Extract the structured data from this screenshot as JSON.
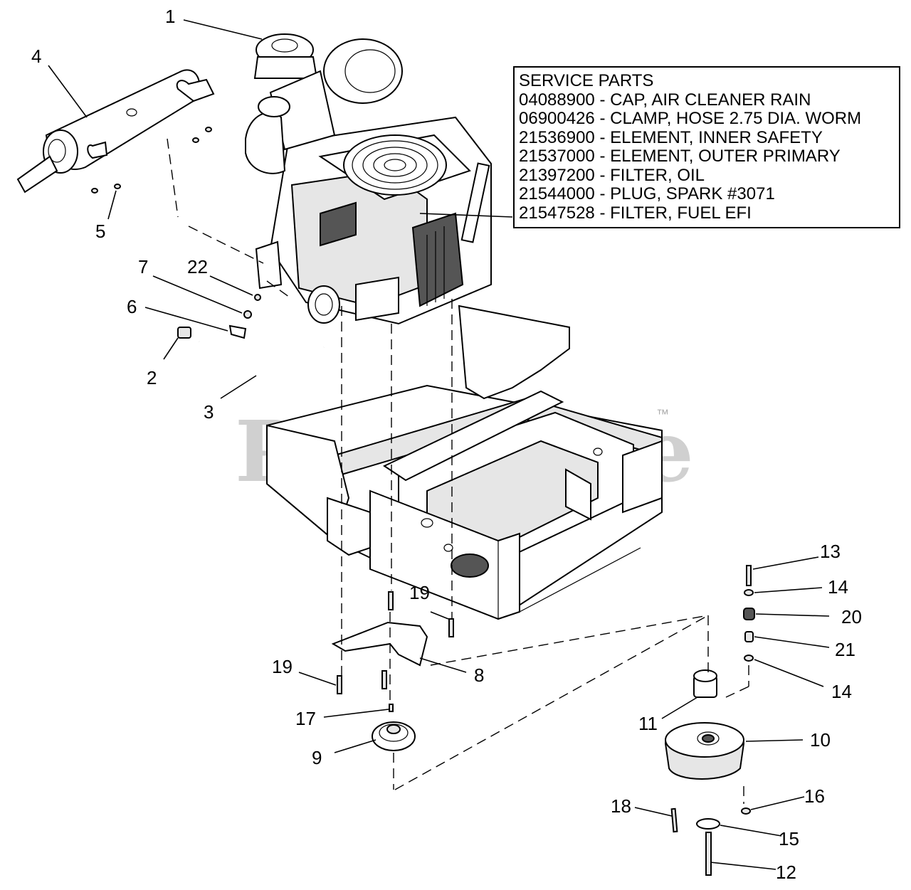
{
  "service_parts": {
    "title": "SERVICE PARTS",
    "items": [
      "04088900 - CAP, AIR CLEANER RAIN",
      "06900426 - CLAMP, HOSE 2.75 DIA. WORM",
      "21536900 - ELEMENT, INNER SAFETY",
      "21537000 - ELEMENT, OUTER PRIMARY",
      "21397200 - FILTER, OIL",
      "21544000 - PLUG, SPARK #3071",
      "21547528 - FILTER, FUEL EFI"
    ]
  },
  "watermark": {
    "text": "PartsTree",
    "trademark": "™"
  },
  "callouts": {
    "c1": "1",
    "c2": "2",
    "c3": "3",
    "c4": "4",
    "c5": "5",
    "c6": "6",
    "c7": "7",
    "c8": "8",
    "c9": "9",
    "c10": "10",
    "c11": "11",
    "c12": "12",
    "c13": "13",
    "c14a": "14",
    "c14b": "14",
    "c15": "15",
    "c16": "16",
    "c17": "17",
    "c18": "18",
    "c19a": "19",
    "c19b": "19",
    "c20": "20",
    "c21": "21",
    "c22": "22"
  }
}
